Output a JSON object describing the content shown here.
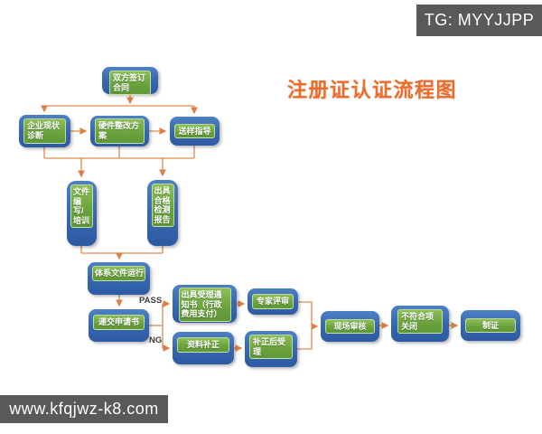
{
  "title": "注册证认证流程图",
  "badges": {
    "tg": "TG: MYYJJPP",
    "site": "www.kfqjwz-k8.com"
  },
  "edge_labels": {
    "pass": "PASS",
    "ng": "NG"
  },
  "colors": {
    "node_blue": "#3566ae",
    "node_green": "#69a23c",
    "arrow_orange": "#e08a4e",
    "title_orange": "#ec6c2e",
    "badge_gray": "#595959"
  },
  "nodes": [
    {
      "name": "sign-contract",
      "label": "双方签订合同"
    },
    {
      "name": "status-diagnosis",
      "label": "企业现状诊断"
    },
    {
      "name": "hardware-plan",
      "label": "硬件整改方案"
    },
    {
      "name": "sample-guidance",
      "label": "送样指导"
    },
    {
      "name": "doc-writing-training",
      "label": "文件编写/培训"
    },
    {
      "name": "qualified-test-report",
      "label": "出具合格检测报告"
    },
    {
      "name": "system-doc-operation",
      "label": "体系文件运行"
    },
    {
      "name": "submit-application",
      "label": "递交申请书"
    },
    {
      "name": "acceptance-notice",
      "label": "出具受理通知书（行政费用支付）"
    },
    {
      "name": "expert-review",
      "label": "专家评审"
    },
    {
      "name": "material-correction",
      "label": "资料补正"
    },
    {
      "name": "post-correction-acceptance",
      "label": "补正后受理"
    },
    {
      "name": "onsite-audit",
      "label": "现场审核"
    },
    {
      "name": "nonconformance-closure",
      "label": "不符合项关闭"
    },
    {
      "name": "certificate-production",
      "label": "制证"
    }
  ]
}
